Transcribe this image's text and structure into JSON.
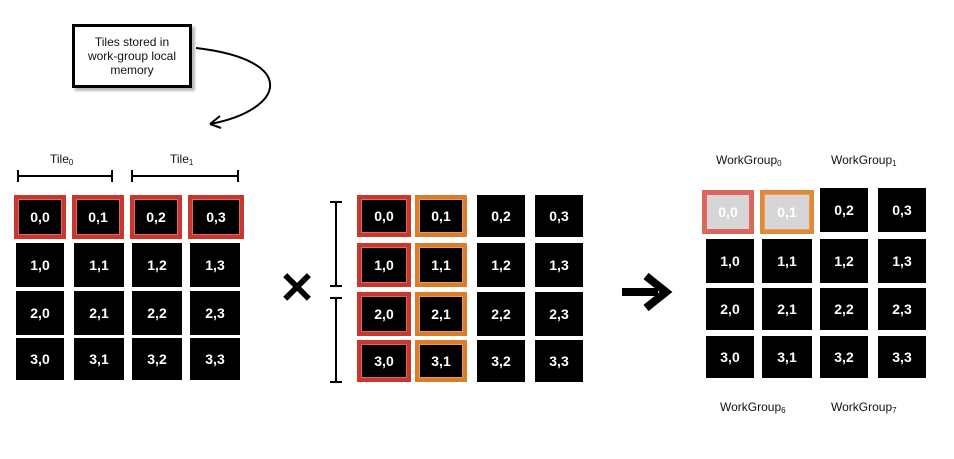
{
  "callout": {
    "text": "Tiles stored in work-group local memory"
  },
  "tile_labels": [
    {
      "base": "Tile",
      "sub": "0"
    },
    {
      "base": "Tile",
      "sub": "1"
    }
  ],
  "workgroup_labels": [
    {
      "base": "WorkGroup",
      "sub": "0"
    },
    {
      "base": "WorkGroup",
      "sub": "1"
    },
    {
      "base": "WorkGroup",
      "sub": "6"
    },
    {
      "base": "WorkGroup",
      "sub": "7"
    }
  ],
  "operator_multiply": "✕",
  "matrix_a": {
    "cells": [
      [
        "0,0",
        "0,1",
        "0,2",
        "0,3"
      ],
      [
        "1,0",
        "1,1",
        "1,2",
        "1,3"
      ],
      [
        "2,0",
        "2,1",
        "2,2",
        "2,3"
      ],
      [
        "3,0",
        "3,1",
        "3,2",
        "3,3"
      ]
    ]
  },
  "matrix_b": {
    "cells": [
      [
        "0,0",
        "0,1",
        "0,2",
        "0,3"
      ],
      [
        "1,0",
        "1,1",
        "1,2",
        "1,3"
      ],
      [
        "2,0",
        "2,1",
        "2,2",
        "2,3"
      ],
      [
        "3,0",
        "3,1",
        "3,2",
        "3,3"
      ]
    ]
  },
  "matrix_c": {
    "cells": [
      [
        "0,0",
        "0,1",
        "0,2",
        "0,3"
      ],
      [
        "1,0",
        "1,1",
        "1,2",
        "1,3"
      ],
      [
        "2,0",
        "2,1",
        "2,2",
        "2,3"
      ],
      [
        "3,0",
        "3,1",
        "3,2",
        "3,3"
      ]
    ]
  },
  "colors": {
    "tile_highlight_red": "#c8372d",
    "tile_highlight_orange": "#d97c2b",
    "cell_fill": "#000000",
    "computed_cell_fill": "#d6d6d6"
  }
}
